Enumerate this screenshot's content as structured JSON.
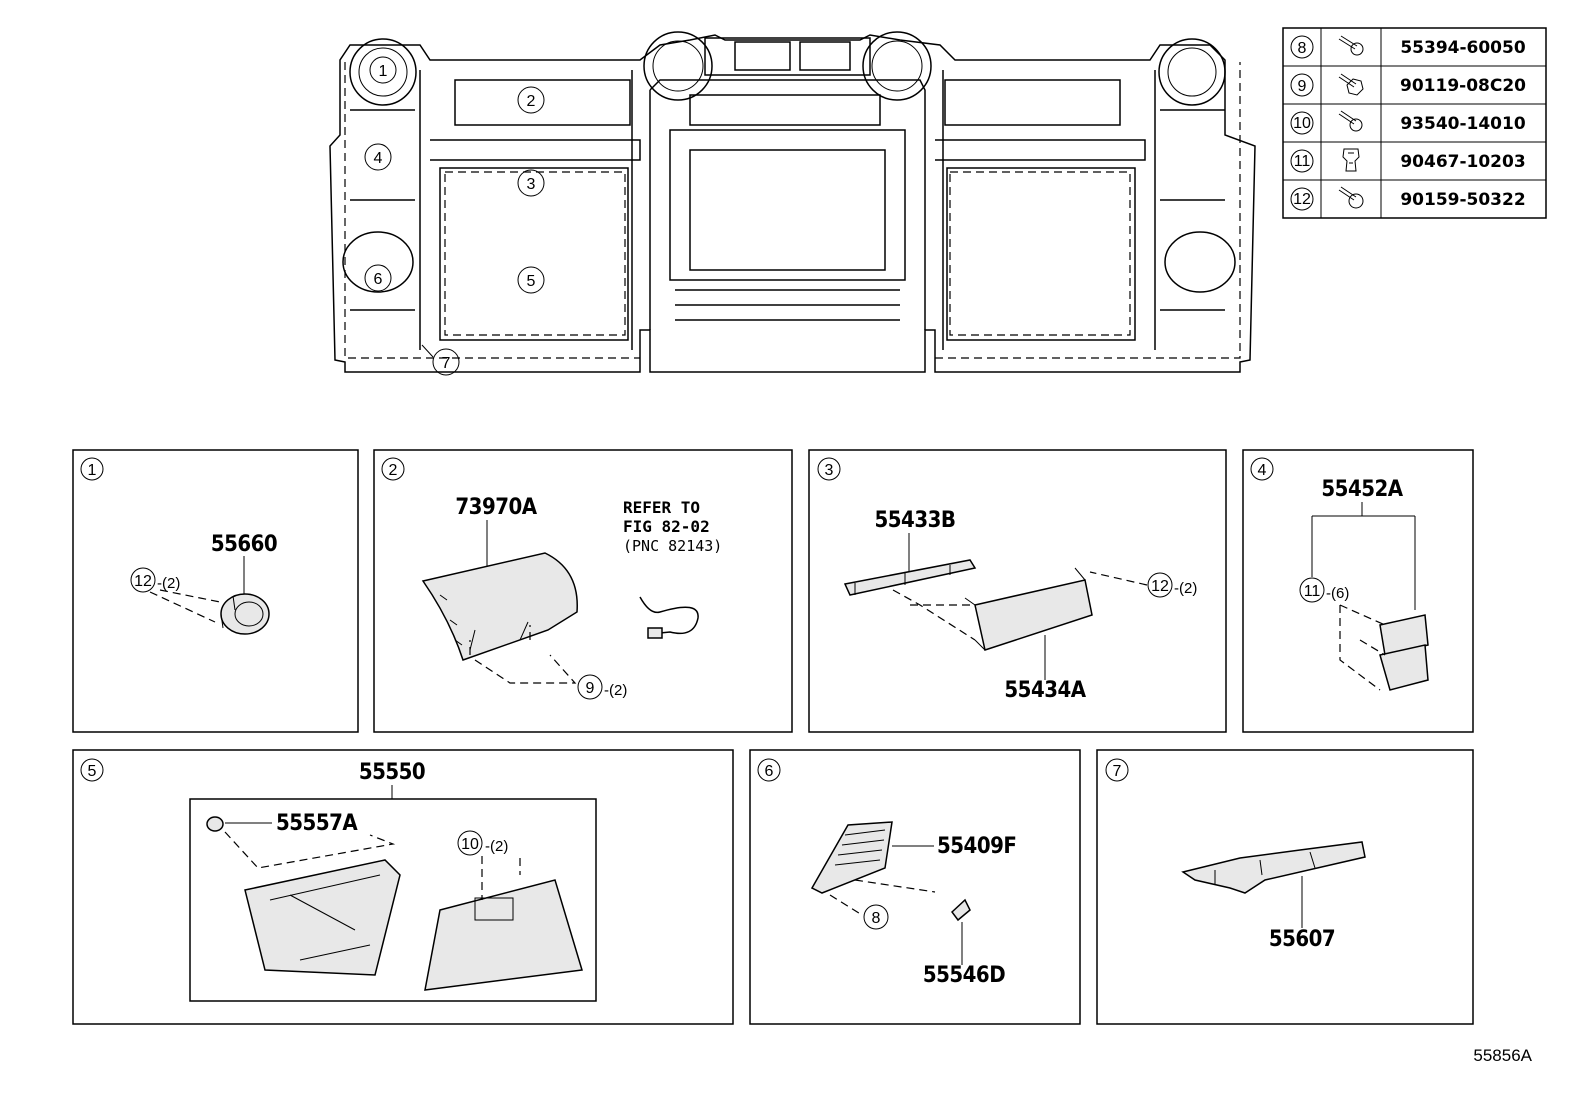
{
  "fastener_table": [
    {
      "ref": "8",
      "part": "55394-60050",
      "icon": "screw-icon"
    },
    {
      "ref": "9",
      "part": "90119-08C20",
      "icon": "bolt-icon"
    },
    {
      "ref": "10",
      "part": "93540-14010",
      "icon": "screw-icon"
    },
    {
      "ref": "11",
      "part": "90467-10203",
      "icon": "clip-icon"
    },
    {
      "ref": "12",
      "part": "90159-50322",
      "icon": "screw-icon"
    }
  ],
  "overview_callouts": [
    "1",
    "2",
    "3",
    "4",
    "5",
    "6",
    "7"
  ],
  "panels": {
    "p1": {
      "index": "1",
      "part": "55660",
      "fastener_ref": "12",
      "fastener_qty": "-(2)"
    },
    "p2": {
      "index": "2",
      "part": "73970A",
      "fastener_ref": "9",
      "fastener_qty": "-(2)",
      "refer_line1": "REFER TO",
      "refer_line2": "FIG 82-02",
      "refer_line3": "(PNC 82143)"
    },
    "p3": {
      "index": "3",
      "part_a": "55433B",
      "part_b": "55434A",
      "fastener_ref": "12",
      "fastener_qty": "-(2)"
    },
    "p4": {
      "index": "4",
      "part": "55452A",
      "fastener_ref": "11",
      "fastener_qty": "-(6)"
    },
    "p5": {
      "index": "5",
      "part": "55550",
      "part_sub": "55557A",
      "fastener_ref": "10",
      "fastener_qty": "-(2)"
    },
    "p6": {
      "index": "6",
      "part_a": "55409F",
      "part_b": "55546D",
      "fastener_ref": "8"
    },
    "p7": {
      "index": "7",
      "part": "55607"
    }
  },
  "illustration_code": "55856A"
}
